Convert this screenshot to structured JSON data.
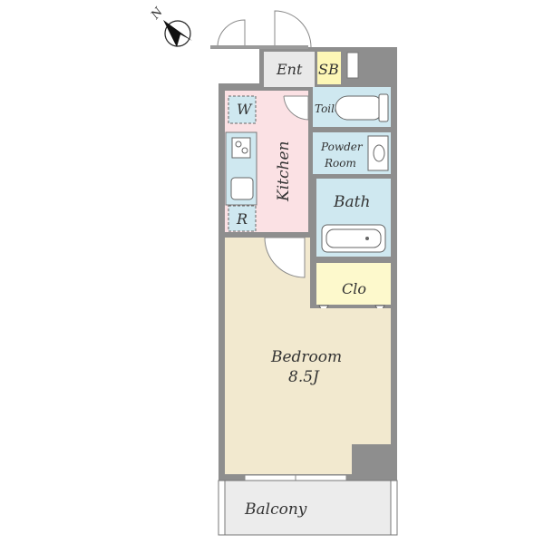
{
  "compass": {
    "label": "N",
    "icon": "north-arrow-icon"
  },
  "rooms": {
    "entrance": "Ent",
    "shoe_box": "SB",
    "washer": "W",
    "toilet": "Toilet",
    "kitchen": "Kitchen",
    "powder_room_line1": "Powder",
    "powder_room_line2": "Room",
    "bath": "Bath",
    "refrigerator": "R",
    "closet": "Clo",
    "bedroom": "Bedroom",
    "bedroom_size": "8.5J",
    "balcony": "Balcony"
  },
  "colors": {
    "wall": "#8e8e8e",
    "bedroom": "#f2e9cf",
    "kitchen": "#fbe1e4",
    "wet_area": "#cfe8f0",
    "closet": "#fdf9cc",
    "shoe_box": "#fdf7b6",
    "entrance": "#e9e9e9",
    "balcony": "#ececec"
  }
}
